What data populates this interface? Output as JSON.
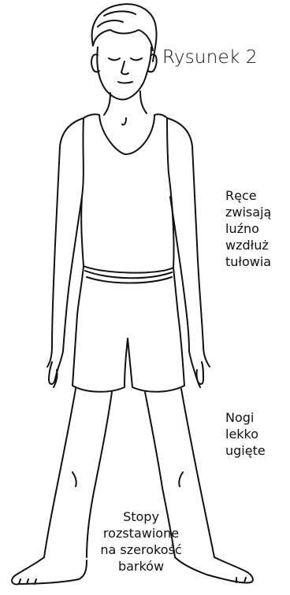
{
  "figure": {
    "title": "Rysunek 2",
    "annotations": {
      "arms": [
        "Ręce",
        "zwisają",
        "luźno",
        "wzdłuż",
        "tułowia"
      ],
      "legs": [
        "Nogi",
        "lekko",
        "ugięte"
      ],
      "feet": [
        "Stopy",
        "rozstawione",
        "na szerokość",
        "barków"
      ]
    }
  },
  "colors": {
    "ink": "#111111",
    "background": "#ffffff"
  }
}
